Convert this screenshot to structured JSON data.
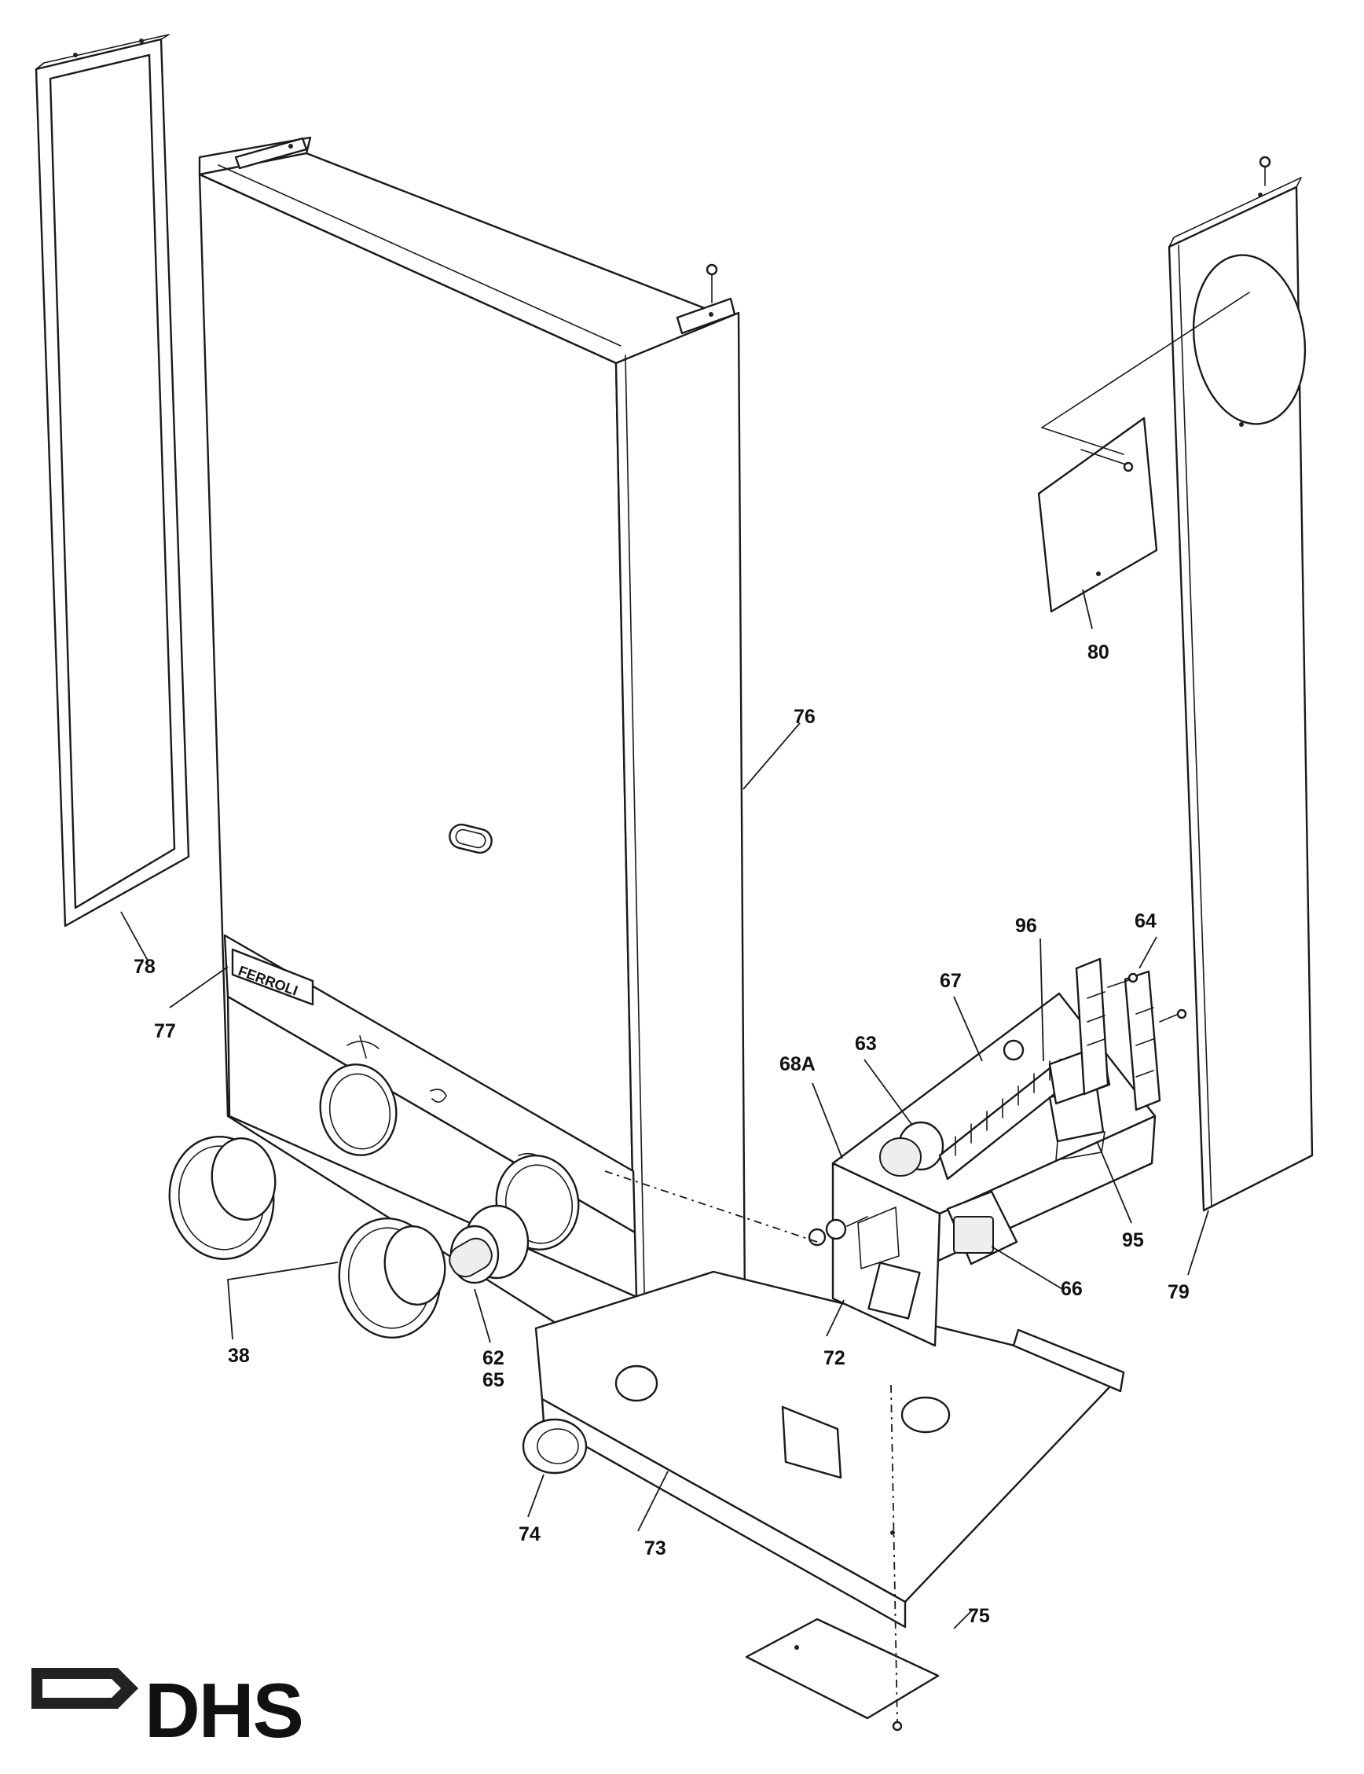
{
  "parts": [
    {
      "id": "p38",
      "label": "38"
    },
    {
      "id": "p62",
      "label": "62"
    },
    {
      "id": "p65",
      "label": "65"
    },
    {
      "id": "p63",
      "label": "63"
    },
    {
      "id": "p64",
      "label": "64"
    },
    {
      "id": "p66",
      "label": "66"
    },
    {
      "id": "p67",
      "label": "67"
    },
    {
      "id": "p68a",
      "label": "68A"
    },
    {
      "id": "p72",
      "label": "72"
    },
    {
      "id": "p73",
      "label": "73"
    },
    {
      "id": "p74",
      "label": "74"
    },
    {
      "id": "p75",
      "label": "75"
    },
    {
      "id": "p76",
      "label": "76"
    },
    {
      "id": "p77",
      "label": "77"
    },
    {
      "id": "p78",
      "label": "78"
    },
    {
      "id": "p79",
      "label": "79"
    },
    {
      "id": "p80",
      "label": "80"
    },
    {
      "id": "p95",
      "label": "95"
    },
    {
      "id": "p96",
      "label": "96"
    }
  ],
  "logo": {
    "text": "DHS"
  },
  "brand_panel": {
    "text": "FERROLI"
  }
}
